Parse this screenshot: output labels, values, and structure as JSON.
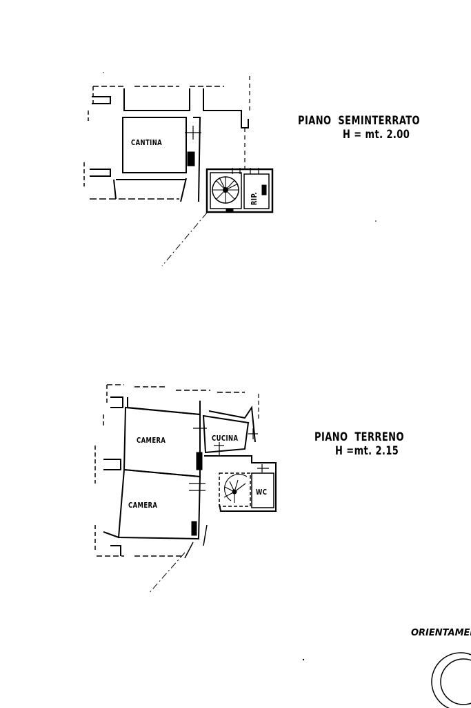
{
  "plans": [
    {
      "title": "PIANO  SEMINTERRATO",
      "height": "H = mt. 2.00",
      "rooms": [
        "CANTINA",
        "RIP."
      ]
    },
    {
      "title": "PIANO  TERRENO",
      "height": "H =mt. 2.15",
      "rooms": [
        "CAMERA",
        "CUCINA",
        "CAMERA",
        "WC"
      ]
    }
  ],
  "orientation_label": "ORIENTAMENTO"
}
